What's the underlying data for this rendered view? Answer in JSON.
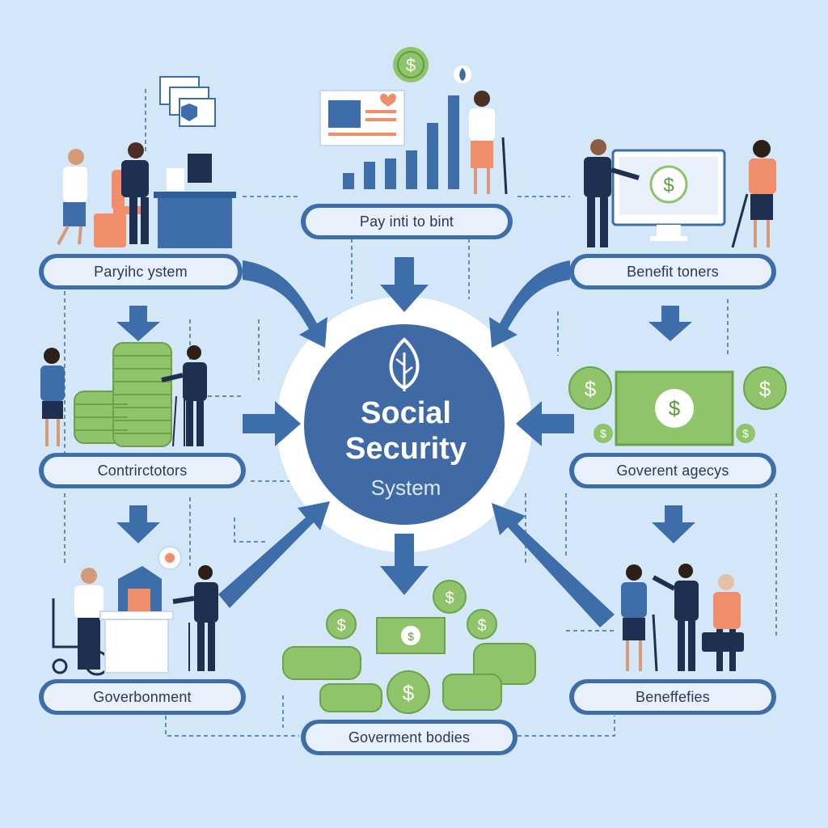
{
  "center": {
    "title_line1": "Social",
    "title_line2": "Security",
    "title_line3": "System"
  },
  "labels": {
    "pay_into_system": "Paryihc ystem",
    "pay_into_to_bint": "Pay inti to bint",
    "benefit_toners": "Benefit toners",
    "contributors": "Contrirctotors",
    "government_agencies": "Goverent agecys",
    "government": "Goverbonment",
    "government_bodies": "Goverment bodies",
    "beneficiaries": "Beneffefies"
  },
  "colors": {
    "background": "#d4e7f8",
    "primary_blue": "#3d6ea9",
    "center_circle": "#3f6aa6",
    "money_green": "#8fc46a",
    "accent_orange": "#f08d6a"
  },
  "icons": [
    "leaf-icon",
    "dollar-coin-icon",
    "cash-bill-icon",
    "document-icon",
    "bar-chart-icon",
    "computer-monitor-icon",
    "building-icon",
    "wheelchair-icon",
    "briefcase-icon",
    "person-icon"
  ]
}
